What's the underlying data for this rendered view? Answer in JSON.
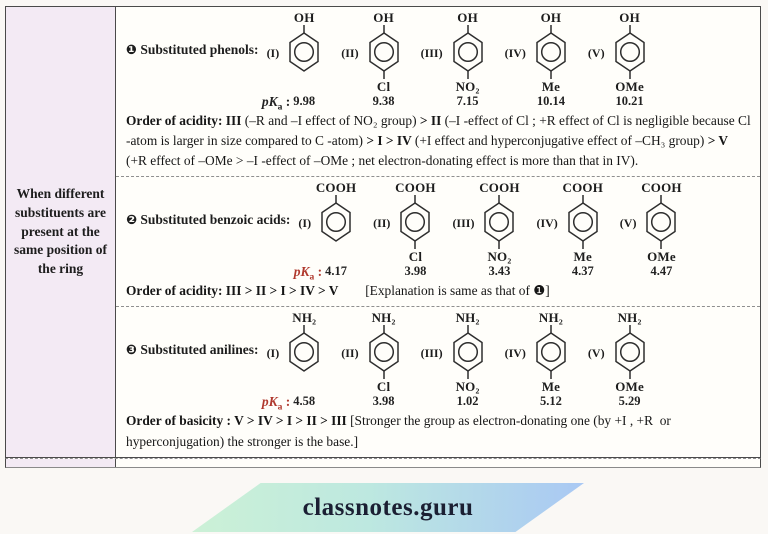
{
  "sidebar": {
    "text": "When different substituents are present at the same position of the ring"
  },
  "colors": {
    "pka_red": "#b0392e",
    "sidebar_bg": "#f3eaf4",
    "banner_green": "#ccf1d6",
    "banner_teal": "#bde8e0",
    "banner_blue": "#a9c8f4",
    "border_dark": "#4a4a4a"
  },
  "sections": [
    {
      "number": "❶",
      "title": "Substituted phenols:",
      "pka_label": "pK",
      "pka_sub": "a",
      "pka_sep": " : ",
      "pka_red": false,
      "molecules": [
        {
          "numeral": "(I)",
          "top": "OH",
          "bottom": "",
          "pka": "9.98",
          "prefix": true
        },
        {
          "numeral": "(II)",
          "top": "OH",
          "bottom": "Cl",
          "pka": "9.38"
        },
        {
          "numeral": "(III)",
          "top": "OH",
          "bottom": "NO₂",
          "pka": "7.15"
        },
        {
          "numeral": "(IV)",
          "top": "OH",
          "bottom": "Me",
          "pka": "10.14"
        },
        {
          "numeral": "(V)",
          "top": "OH",
          "bottom": "OMe",
          "pka": "10.21"
        }
      ],
      "order_runs": [
        {
          "t": "Order of acidity: III ",
          "b": true
        },
        {
          "t": "(–R and –I effect of NO₂ group) ",
          "b": false
        },
        {
          "t": "> II ",
          "b": true
        },
        {
          "t": "(–I -effect of Cl ; +R effect of Cl is negligible because Cl -atom is larger in size compared to C -atom) ",
          "b": false
        },
        {
          "t": "> I > IV ",
          "b": true
        },
        {
          "t": "(+I effect and hyperconjugative effect of –CH₃ group) ",
          "b": false
        },
        {
          "t": "> V ",
          "b": true
        },
        {
          "t": "(+R effect of –OMe > –I -effect of –OMe ; net electron-donating effect is more than that in IV).",
          "b": false
        }
      ]
    },
    {
      "number": "❷",
      "title": "Substituted benzoic acids:",
      "pka_label": "pK",
      "pka_sub": "a",
      "pka_sep": " : ",
      "pka_red": true,
      "molecules": [
        {
          "numeral": "(I)",
          "top": "COOH",
          "bottom": "",
          "pka": "4.17",
          "prefix": true
        },
        {
          "numeral": "(II)",
          "top": "COOH",
          "bottom": "Cl",
          "pka": "3.98"
        },
        {
          "numeral": "(III)",
          "top": "COOH",
          "bottom": "NO₂",
          "pka": "3.43"
        },
        {
          "numeral": "(IV)",
          "top": "COOH",
          "bottom": "Me",
          "pka": "4.37"
        },
        {
          "numeral": "(V)",
          "top": "COOH",
          "bottom": "OMe",
          "pka": "4.47"
        }
      ],
      "order_runs": [
        {
          "t": "Order of acidity: III > II > I > IV > V",
          "b": true
        },
        {
          "t": "  [Explanation is same as that of ❶]",
          "b": false
        }
      ]
    },
    {
      "number": "❸",
      "title": "Substituted anilines:",
      "pka_label": "pK",
      "pka_sub": "a",
      "pka_sep": " :",
      "pka_red": true,
      "molecules": [
        {
          "numeral": "(I)",
          "top": "NH₂",
          "bottom": "",
          "pka": "4.58",
          "prefix": true
        },
        {
          "numeral": "(II)",
          "top": "NH₂",
          "bottom": "Cl",
          "pka": "3.98"
        },
        {
          "numeral": "(III)",
          "top": "NH₂",
          "bottom": "NO₂",
          "pka": "1.02"
        },
        {
          "numeral": "(IV)",
          "top": "NH₂",
          "bottom": "Me",
          "pka": "5.12"
        },
        {
          "numeral": "(V)",
          "top": "NH₂",
          "bottom": "OMe",
          "pka": "5.29"
        }
      ],
      "order_runs": [
        {
          "t": "Order of basicity : V > IV > I > II > III ",
          "b": true
        },
        {
          "t": "[Stronger the group as electron-donating one (by +I , +R  or hyperconjugation) the stronger is the base.]",
          "b": false
        }
      ]
    }
  ],
  "banner": {
    "text": "classnotes.guru"
  }
}
